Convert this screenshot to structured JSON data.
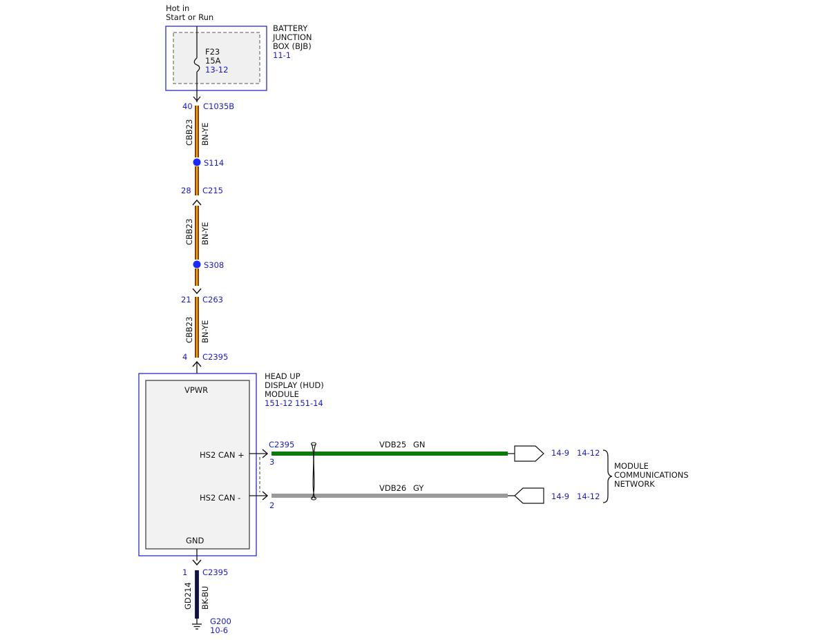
{
  "power_source": {
    "line1": "Hot in",
    "line2": "Start or Run"
  },
  "bjb": {
    "label1": "BATTERY",
    "label2": "JUNCTION",
    "label3": "BOX (BJB)",
    "ref": "11-1",
    "fuse_name": "F23",
    "fuse_rating": "15A",
    "fuse_ref": "13-12"
  },
  "connectors": {
    "c1035b": {
      "pin": "40",
      "name": "C1035B"
    },
    "c215": {
      "pin": "28",
      "name": "C215"
    },
    "c263": {
      "pin": "21",
      "name": "C263"
    },
    "c2395_top": {
      "pin": "4",
      "name": "C2395"
    },
    "c2395_can": {
      "name": "C2395",
      "pin_plus": "3",
      "pin_minus": "2"
    },
    "c2395_gnd": {
      "pin": "1",
      "name": "C2395"
    }
  },
  "splices": {
    "s114": "S114",
    "s308": "S308"
  },
  "wires": {
    "power": {
      "circuit": "CBB23",
      "color": "BN-YE"
    },
    "can_plus": {
      "circuit": "VDB25",
      "color": "GN"
    },
    "can_minus": {
      "circuit": "VDB26",
      "color": "GY"
    },
    "ground": {
      "circuit": "GD214",
      "color": "BK-BU"
    }
  },
  "hud": {
    "label1": "HEAD UP",
    "label2": "DISPLAY (HUD)",
    "label3": "MODULE",
    "ref1": "151-12",
    "ref2": "151-14",
    "pin_vpwr": "VPWR",
    "pin_can_plus": "HS2 CAN +",
    "pin_can_minus": "HS2 CAN -",
    "pin_gnd": "GND"
  },
  "network": {
    "plus_ref1": "14-9",
    "plus_ref2": "14-12",
    "minus_ref1": "14-9",
    "minus_ref2": "14-12",
    "label1": "MODULE",
    "label2": "COMMUNICATIONS",
    "label3": "NETWORK"
  },
  "ground": {
    "name": "G200",
    "ref": "10-6"
  },
  "colors": {
    "wire_brown": "#8b3a0e",
    "wire_yellow": "#f0b400",
    "wire_green": "#0a7a0a",
    "wire_gray": "#9a9a9a",
    "wire_black": "#111111",
    "wire_blue": "#1a1a66",
    "ref_blue": "#1a1acc",
    "box_outline": "#2a2acc"
  }
}
